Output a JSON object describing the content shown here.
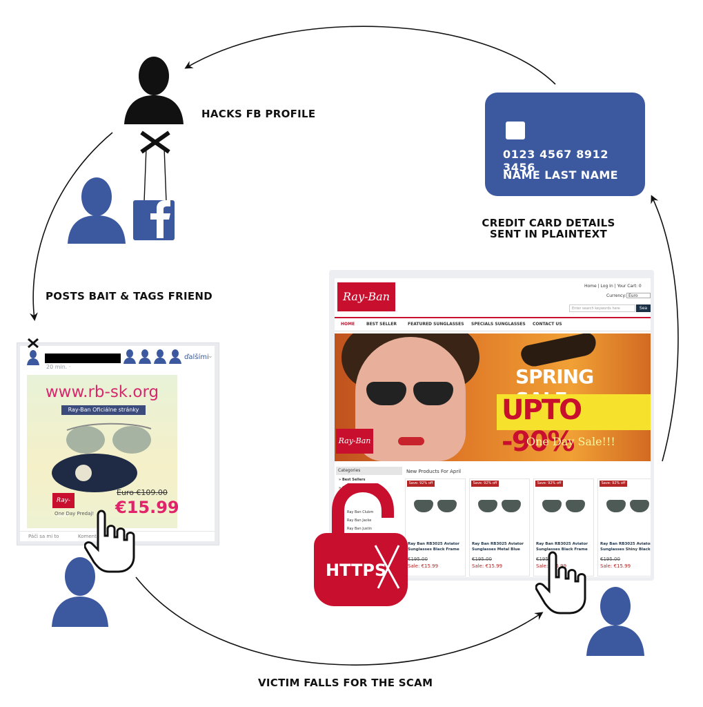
{
  "labels": {
    "hacks": "HACKS FB PROFILE",
    "credit_line1": "CREDIT CARD DETAILS",
    "credit_line2": "SENT IN PLAINTEXT",
    "posts": "POSTS BAIT  &  TAGS FRIEND",
    "victim": "VICTIM FALLS FOR THE SCAM"
  },
  "card": {
    "number": "0123  4567  8912  3456",
    "name": "NAME  LAST NAME"
  },
  "facebook_post": {
    "more": "ďalšími",
    "time": "20 min. · ",
    "like": "Páči sa mi to",
    "comment": "Komentár",
    "ad": {
      "url": "www.rb-sk.org",
      "subtitle": "Ray-Ban Oficiálne stránky",
      "logo": "Ray-Ban",
      "old_price": "Euro  €109.00",
      "price": "€15.99",
      "one_day": "One Day Predaj!"
    }
  },
  "shop": {
    "logo": "Ray-Ban",
    "top_links": "Home   |   Log In   |   Your Cart: 0",
    "currency_label": "Currency:",
    "currency_value": "Euro",
    "search_placeholder": "Enter search keywords here",
    "search_button": "Sea",
    "nav": [
      "HOME",
      "BEST SELLER",
      "FEATURED SUNGLASSES",
      "SPECIALS SUNGLASSES",
      "CONTACT US"
    ],
    "banner": {
      "headline": "SPRING SALE",
      "discount": "UPTO -90%",
      "tagline": "One Day Sale!!!",
      "logo": "Ray-Ban"
    },
    "sidebar_title": "Categories",
    "sidebar_items": [
      "» Best Sellers",
      "» Collections",
      "Ray Ban Clubm",
      "Ray Ban Jacke",
      "Ray Ban Justin"
    ],
    "products_title": "New Products For April",
    "products": [
      {
        "badge": "Save: 92% off",
        "name": "Ray Ban RB3025 Aviator Sunglasses Black Frame",
        "old_price": "€195.00",
        "sale_price": "Sale: €15.99"
      },
      {
        "badge": "Save: 92% off",
        "name": "Ray Ban RB3025 Aviator Sunglasses Metal Blue",
        "old_price": "€195.00",
        "sale_price": "Sale: €15.99"
      },
      {
        "badge": "Save: 92% off",
        "name": "Ray Ban RB3025 Aviator Sunglasses Black Frame",
        "old_price": "€195.00",
        "sale_price": "Sale: €15.99"
      },
      {
        "badge": "Save: 92% off",
        "name": "Ray Ban RB3025 Aviator Sunglasses Shiny Black",
        "old_price": "€195.00",
        "sale_price": "Sale: €15.99"
      }
    ]
  },
  "padlock": {
    "text": "HTTPS"
  },
  "colors": {
    "facebook_blue": "#3c59a0",
    "rayban_red": "#c8102e",
    "ink": "#111111"
  }
}
